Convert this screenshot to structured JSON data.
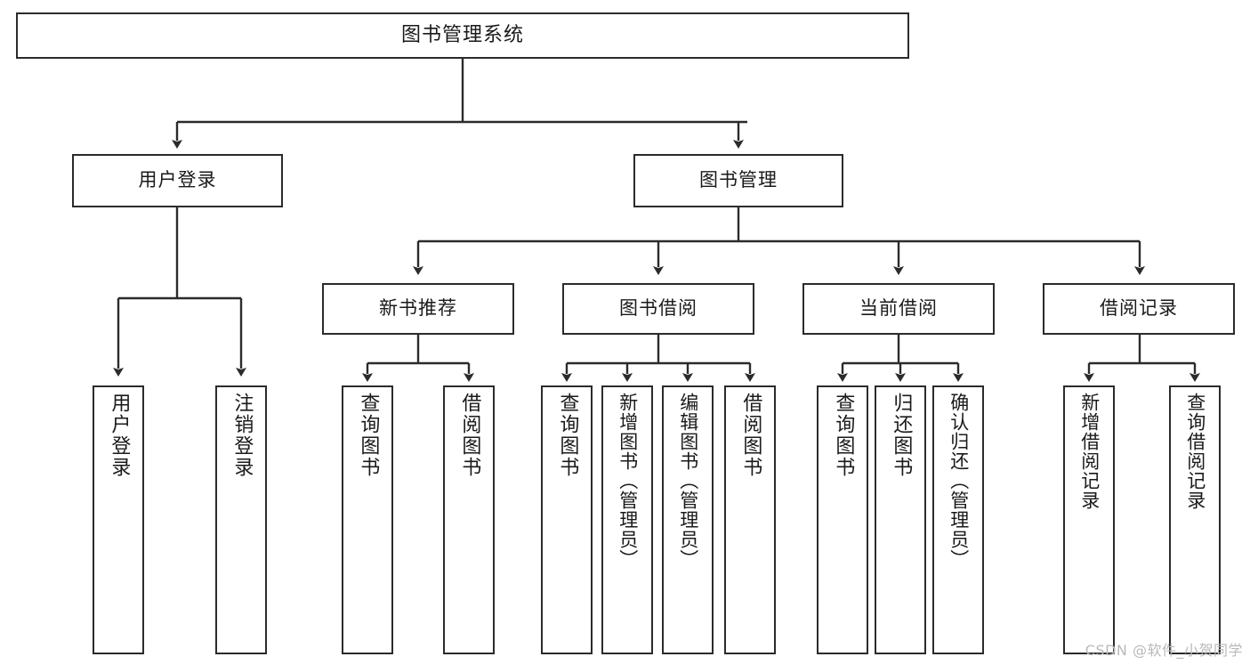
{
  "diagram": {
    "title": "图书管理系统",
    "type": "tree-hierarchy-diagram",
    "root": {
      "id": "root",
      "label": "图书管理系统"
    },
    "level2": [
      {
        "id": "user-login",
        "label": "用户登录"
      },
      {
        "id": "book-management",
        "label": "图书管理"
      }
    ],
    "level3": [
      {
        "id": "new-book-recommend",
        "label": "新书推荐",
        "parent": "book-management"
      },
      {
        "id": "book-borrow",
        "label": "图书借阅",
        "parent": "book-management"
      },
      {
        "id": "current-borrow",
        "label": "当前借阅",
        "parent": "book-management"
      },
      {
        "id": "borrow-record",
        "label": "借阅记录",
        "parent": "book-management"
      }
    ],
    "leaves": {
      "user-login": [
        {
          "id": "leaf-user-login",
          "label": "用户登录"
        },
        {
          "id": "leaf-logout-login",
          "label": "注销登录"
        }
      ],
      "new-book-recommend": [
        {
          "id": "leaf-query-book-1",
          "label": "查询图书"
        },
        {
          "id": "leaf-borrow-book-1",
          "label": "借阅图书"
        }
      ],
      "book-borrow": [
        {
          "id": "leaf-query-book-2",
          "label": "查询图书"
        },
        {
          "id": "leaf-add-book",
          "label": "新增图书（管理员）"
        },
        {
          "id": "leaf-edit-book",
          "label": "编辑图书（管理员）"
        },
        {
          "id": "leaf-borrow-book-2",
          "label": "借阅图书"
        }
      ],
      "current-borrow": [
        {
          "id": "leaf-query-book-3",
          "label": "查询图书"
        },
        {
          "id": "leaf-return-book",
          "label": "归还图书"
        },
        {
          "id": "leaf-confirm-return",
          "label": "确认归还（管理员）"
        }
      ],
      "borrow-record": [
        {
          "id": "leaf-add-record",
          "label": "新增借阅记录"
        },
        {
          "id": "leaf-query-record",
          "label": "查询借阅记录"
        }
      ]
    }
  },
  "watermark": {
    "text": "CSDN @软件_小贺同学"
  },
  "colors": {
    "stroke": "#2b2b2b",
    "background": "#ffffff",
    "text": "#1a1a1a",
    "watermark": "#b9b9b9"
  }
}
